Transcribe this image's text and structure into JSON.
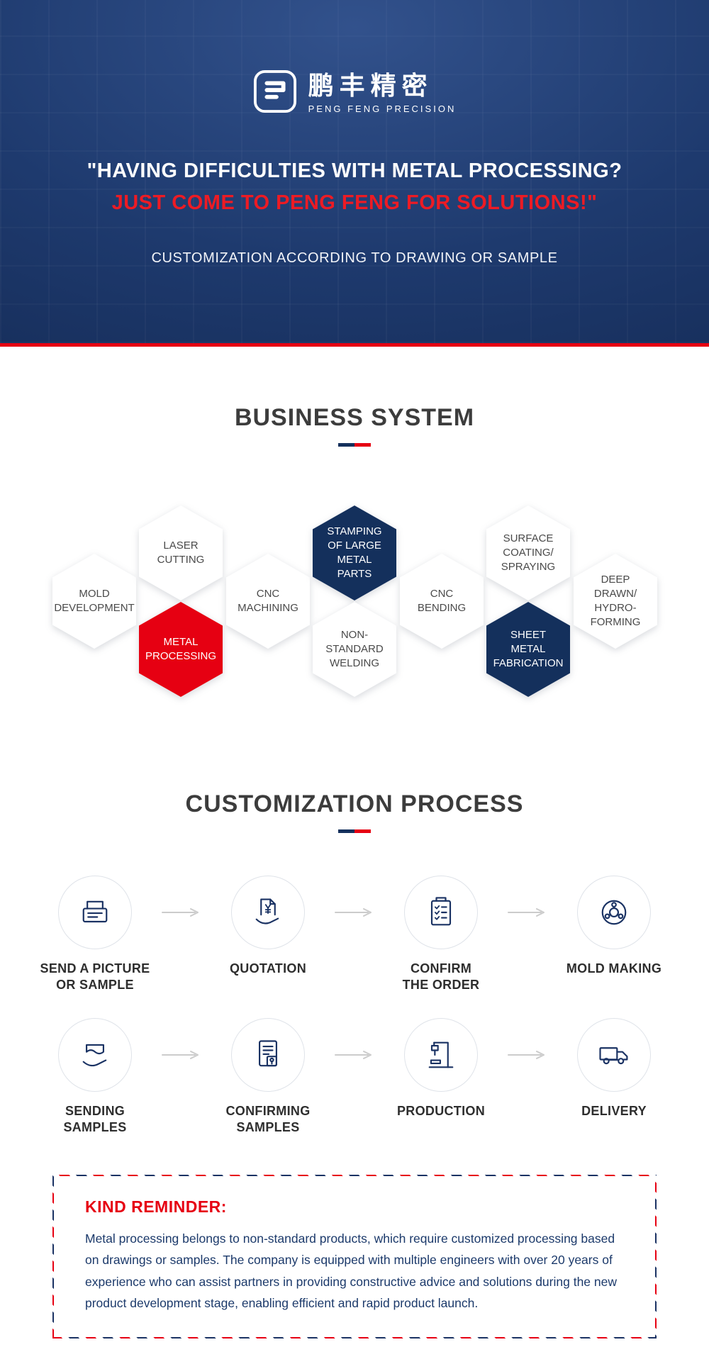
{
  "header": {
    "logo": {
      "brand_cn": "鹏丰精密",
      "brand_en": "PENG FENG PRECISION"
    },
    "headline_line1": "\"HAVING DIFFICULTIES WITH METAL PROCESSING?",
    "headline_line2": "JUST COME TO PENG FENG FOR SOLUTIONS!\"",
    "subtitle": "CUSTOMIZATION ACCORDING TO DRAWING OR SAMPLE"
  },
  "business_system": {
    "title": "BUSINESS SYSTEM",
    "hexagons": [
      {
        "label": "MOLD DEVELOPMENT",
        "variant": "white"
      },
      {
        "label": "LASER CUTTING",
        "variant": "white"
      },
      {
        "label": "METAL PROCESSING",
        "variant": "red"
      },
      {
        "label": "CNC MACHINING",
        "variant": "white"
      },
      {
        "label": "STAMPING OF LARGE METAL PARTS",
        "variant": "navy"
      },
      {
        "label": "NON-STANDARD WELDING",
        "variant": "white"
      },
      {
        "label": "CNC BENDING",
        "variant": "white"
      },
      {
        "label": "SURFACE COATING/ SPRAYING",
        "variant": "white"
      },
      {
        "label": "SHEET METAL FABRICATION",
        "variant": "navy"
      },
      {
        "label": "DEEP DRAWN/ HYDRO-FORMING",
        "variant": "white"
      }
    ]
  },
  "process": {
    "title": "CUSTOMIZATION PROCESS",
    "row1": [
      {
        "label": "SEND A PICTURE\nOR SAMPLE",
        "icon": "printer-icon"
      },
      {
        "label": "QUOTATION",
        "icon": "quotation-icon"
      },
      {
        "label": "CONFIRM\nTHE ORDER",
        "icon": "clipboard-icon"
      },
      {
        "label": "MOLD MAKING",
        "icon": "mold-wheel-icon"
      }
    ],
    "row2": [
      {
        "label": "SENDING\nSAMPLES",
        "icon": "hand-sample-icon"
      },
      {
        "label": "CONFIRMING\nSAMPLES",
        "icon": "document-seal-icon"
      },
      {
        "label": "PRODUCTION",
        "icon": "machine-icon"
      },
      {
        "label": "DELIVERY",
        "icon": "truck-icon"
      }
    ]
  },
  "reminder": {
    "title": "KIND REMINDER:",
    "body": "Metal processing belongs to non-standard products, which require customized processing based on drawings or samples. The company is equipped with multiple engineers with over 20 years of experience who can assist partners in providing constructive advice and solutions during the new product development stage, enabling efficient and rapid product launch."
  },
  "colors": {
    "header_navy": "#1e3a6e",
    "accent_red": "#e60012",
    "deep_navy": "#14305c",
    "icon_navy": "#1a3263",
    "title_gray": "#3c3c3c",
    "body_navy": "#1c3a6b",
    "arrow_gray": "#cccccc"
  }
}
